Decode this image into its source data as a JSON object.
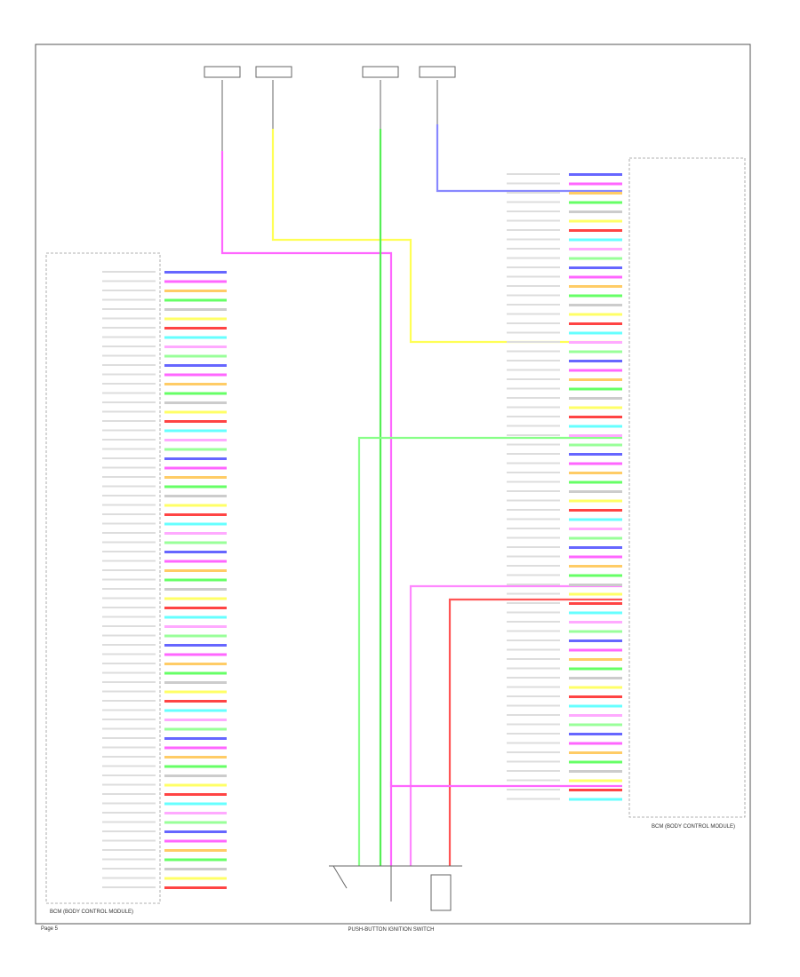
{
  "colors": {
    "frame": "#555555",
    "text": "#444444",
    "wire_pink": "#ff66ff",
    "wire_yellow": "#ffff66",
    "wire_green": "#66ff66",
    "wire_blue": "#8888ff",
    "wire_red": "#ff4444",
    "wire_lightgreen": "#99ff99"
  },
  "labels": {
    "bottom_caption": "PUSH-BUTTON IGNITION SWITCH",
    "left_module": "BCM (BODY CONTROL MODULE)",
    "right_module": "BCM (BODY CONTROL MODULE)",
    "page_number": "Page 5"
  }
}
